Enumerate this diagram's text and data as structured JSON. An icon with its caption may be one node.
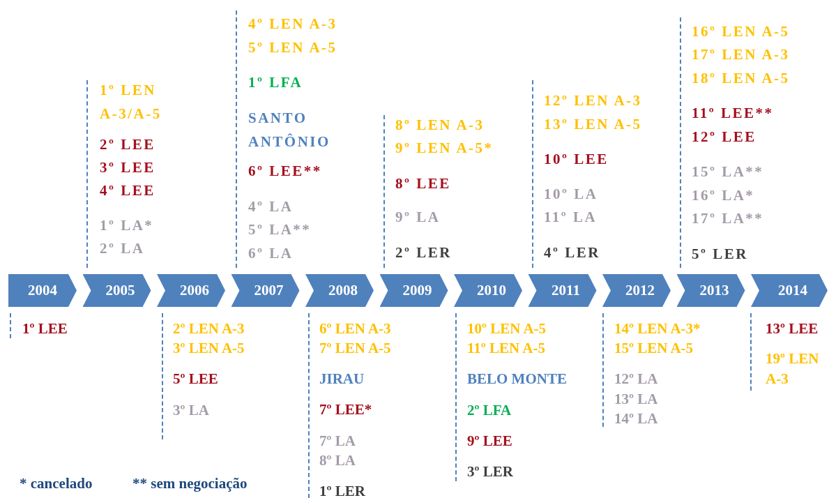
{
  "diagram": {
    "nodes": [
      {
        "text": [
          "2004"
        ]
      },
      {
        "text": [
          "2005"
        ]
      },
      {
        "text": [
          "2006"
        ]
      },
      {
        "text": [
          "2007"
        ]
      },
      {
        "text": [
          "2008"
        ]
      },
      {
        "text": [
          "2009"
        ]
      },
      {
        "text": [
          "2010"
        ]
      },
      {
        "text": [
          "2011"
        ]
      },
      {
        "text": [
          "2012"
        ]
      },
      {
        "text": [
          "2013"
        ]
      },
      {
        "text": [
          "2014"
        ]
      }
    ],
    "labels": [
      "1º LEN A-3/A-5",
      "2º LEE",
      "3º LEE",
      "4º LEE",
      "1º LA*",
      "2º LA",
      "4º LEN A-3",
      "5º LEN A-5",
      "1º LFA",
      "SANTO ANTÔNIO",
      "6º LEE**",
      "4º LA",
      "5º LA**",
      "6º LA",
      "8º LEN A-3",
      "9º LEN A-5*",
      "8º LEE",
      "9º LA",
      "2º LER",
      "12º LEN A-3",
      "13º LEN A-5",
      "10º LEE",
      "10º LA",
      "11º LA",
      "4º LER",
      "16º LEN A-5",
      "17º LEN A-3",
      "18º LEN A-5",
      "11º LEE**",
      "12º LEE",
      "15º LA**",
      "16º LA*",
      "17º LA**",
      "5º LER",
      "1º LEE",
      "2º LEN A-3",
      "3º LEN A-5",
      "5º LEE",
      "3º LA",
      "6º LEN A-3",
      "7º LEN A-5",
      "JIRAU",
      "7º LEE*",
      "7º LA",
      "8º LA",
      "1º LER",
      "10º LEN A-5",
      "11º LEN A-5",
      "BELO MONTE",
      "2º LFA",
      "9º LEE",
      "3º LER",
      "14º LEN A-3*",
      "15º LEN A-5",
      "12º LA",
      "13º LA",
      "14º LA",
      "13º LEE",
      "19º LEN A-3",
      "* cancelado",
      "** sem negociação"
    ]
  }
}
